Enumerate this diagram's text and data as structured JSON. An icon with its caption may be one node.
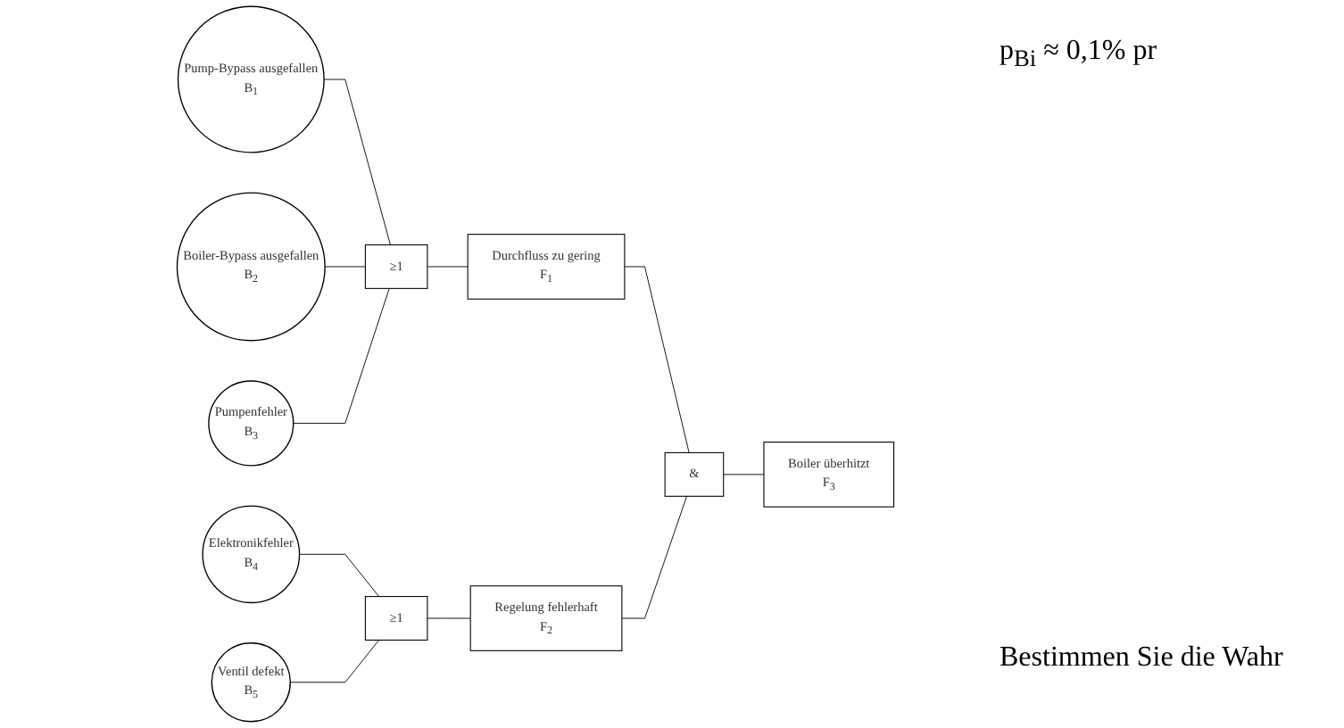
{
  "diagram": {
    "nodes": [
      {
        "text": [
          "Pump-Bypass ausgefallen",
          "B$_{1}$"
        ]
      },
      {
        "text": [
          "Boiler-Bypass ausgefallen",
          "B$_{2}$"
        ]
      },
      {
        "text": [
          "Pumpenfehler",
          "B$_{3}$"
        ]
      },
      {
        "text": [
          "Elektronikfehler",
          "B$_{4}$"
        ]
      },
      {
        "text": [
          "Ventil defekt",
          "B$_{5}$"
        ]
      },
      {
        "text": [
          "≥1"
        ]
      },
      {
        "text": [
          "Durchfluss zu gering",
          "F$_{1}$"
        ]
      },
      {
        "text": [
          "≥1"
        ]
      },
      {
        "text": [
          "Regelung fehlerhaft",
          "F$_{2}$"
        ]
      },
      {
        "text": [
          "&"
        ]
      },
      {
        "text": [
          "Boiler überhitzt",
          "F$_{3}$"
        ]
      }
    ],
    "edges": [
      {
        "from": 0,
        "to": 5,
        "arrow": "none"
      },
      {
        "from": 1,
        "to": 5,
        "arrow": "none"
      },
      {
        "from": 2,
        "to": 5,
        "arrow": "none"
      },
      {
        "from": 5,
        "to": 6,
        "arrow": "none"
      },
      {
        "from": 3,
        "to": 7,
        "arrow": "none"
      },
      {
        "from": 4,
        "to": 7,
        "arrow": "none"
      },
      {
        "from": 7,
        "to": 8,
        "arrow": "none"
      },
      {
        "from": 6,
        "to": 9,
        "arrow": "none"
      },
      {
        "from": 8,
        "to": 9,
        "arrow": "none"
      },
      {
        "from": 9,
        "to": 10,
        "arrow": "none"
      }
    ],
    "labels": [
      "p$_{Bi}$ ≈ 0,1% pr",
      "Bestimmen Sie die Wahr"
    ]
  }
}
